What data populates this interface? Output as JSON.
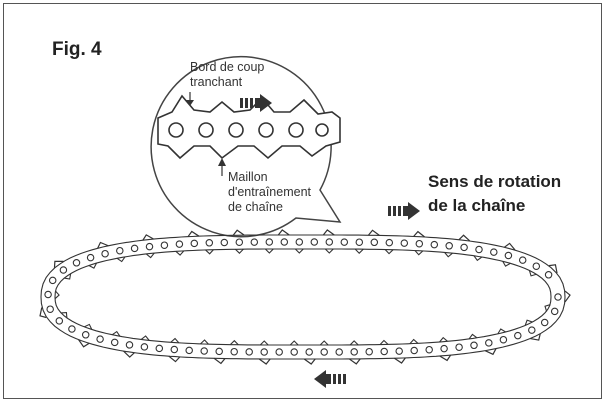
{
  "figure": {
    "label": "Fig. 4"
  },
  "callout": {
    "cutting_edge": [
      "Bord de coup",
      "tranchant"
    ],
    "drive_link": [
      "Maillon",
      "d'entraînement",
      "de chaîne"
    ]
  },
  "rotation": {
    "lines": [
      "Sens de rotation",
      "de la chaîne"
    ]
  },
  "icons": {
    "arrow_detail": "arrow-right-icon",
    "arrow_top": "arrow-right-icon",
    "arrow_bottom": "arrow-left-icon"
  },
  "colors": {
    "ink": "#333333",
    "border": "#555555"
  }
}
